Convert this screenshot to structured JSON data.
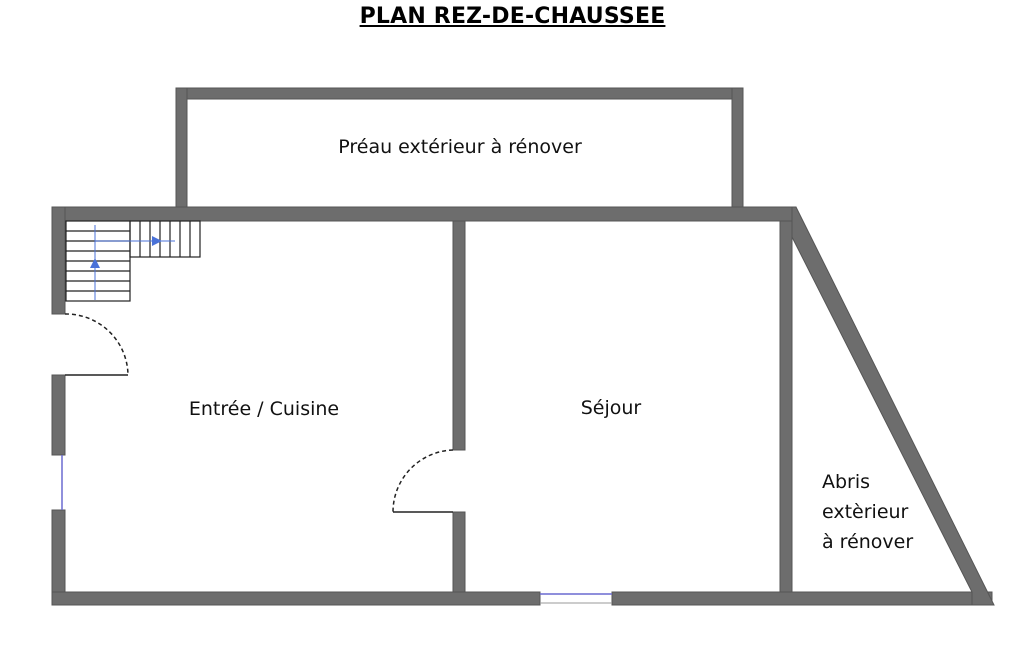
{
  "title": "PLAN REZ-DE-CHAUSSEE",
  "rooms": {
    "preau": "Préau extérieur à rénover",
    "entree": "Entrée / Cuisine",
    "sejour": "Séjour",
    "abris": [
      "Abris",
      "extèrieur",
      "à rénover"
    ]
  },
  "colors": {
    "wall": "#6d6d6d",
    "stair_arrow": "#4a72d8",
    "window": "#6a6ad0"
  }
}
